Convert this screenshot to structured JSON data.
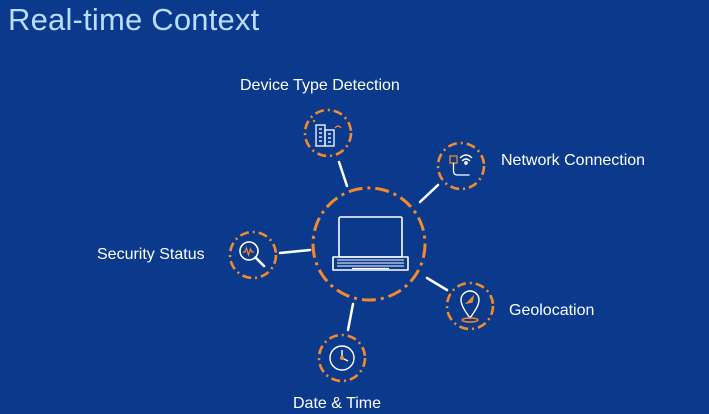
{
  "slide": {
    "title": "Real-time Context"
  },
  "hub": {
    "icon": "laptop-icon"
  },
  "nodes": [
    {
      "key": "device",
      "label": "Device Type Detection",
      "icon": "buildings-icon"
    },
    {
      "key": "network",
      "label": "Network Connection",
      "icon": "ethernet-wifi-icon"
    },
    {
      "key": "geo",
      "label": "Geolocation",
      "icon": "map-pin-icon"
    },
    {
      "key": "datetime",
      "label": "Date & Time",
      "icon": "clock-icon"
    },
    {
      "key": "security",
      "label": "Security Status",
      "icon": "magnifier-icon"
    }
  ],
  "colors": {
    "background": "#0b3a8c",
    "title": "#b9dcff",
    "accent": "#f28a2e",
    "line": "#ffffff"
  }
}
